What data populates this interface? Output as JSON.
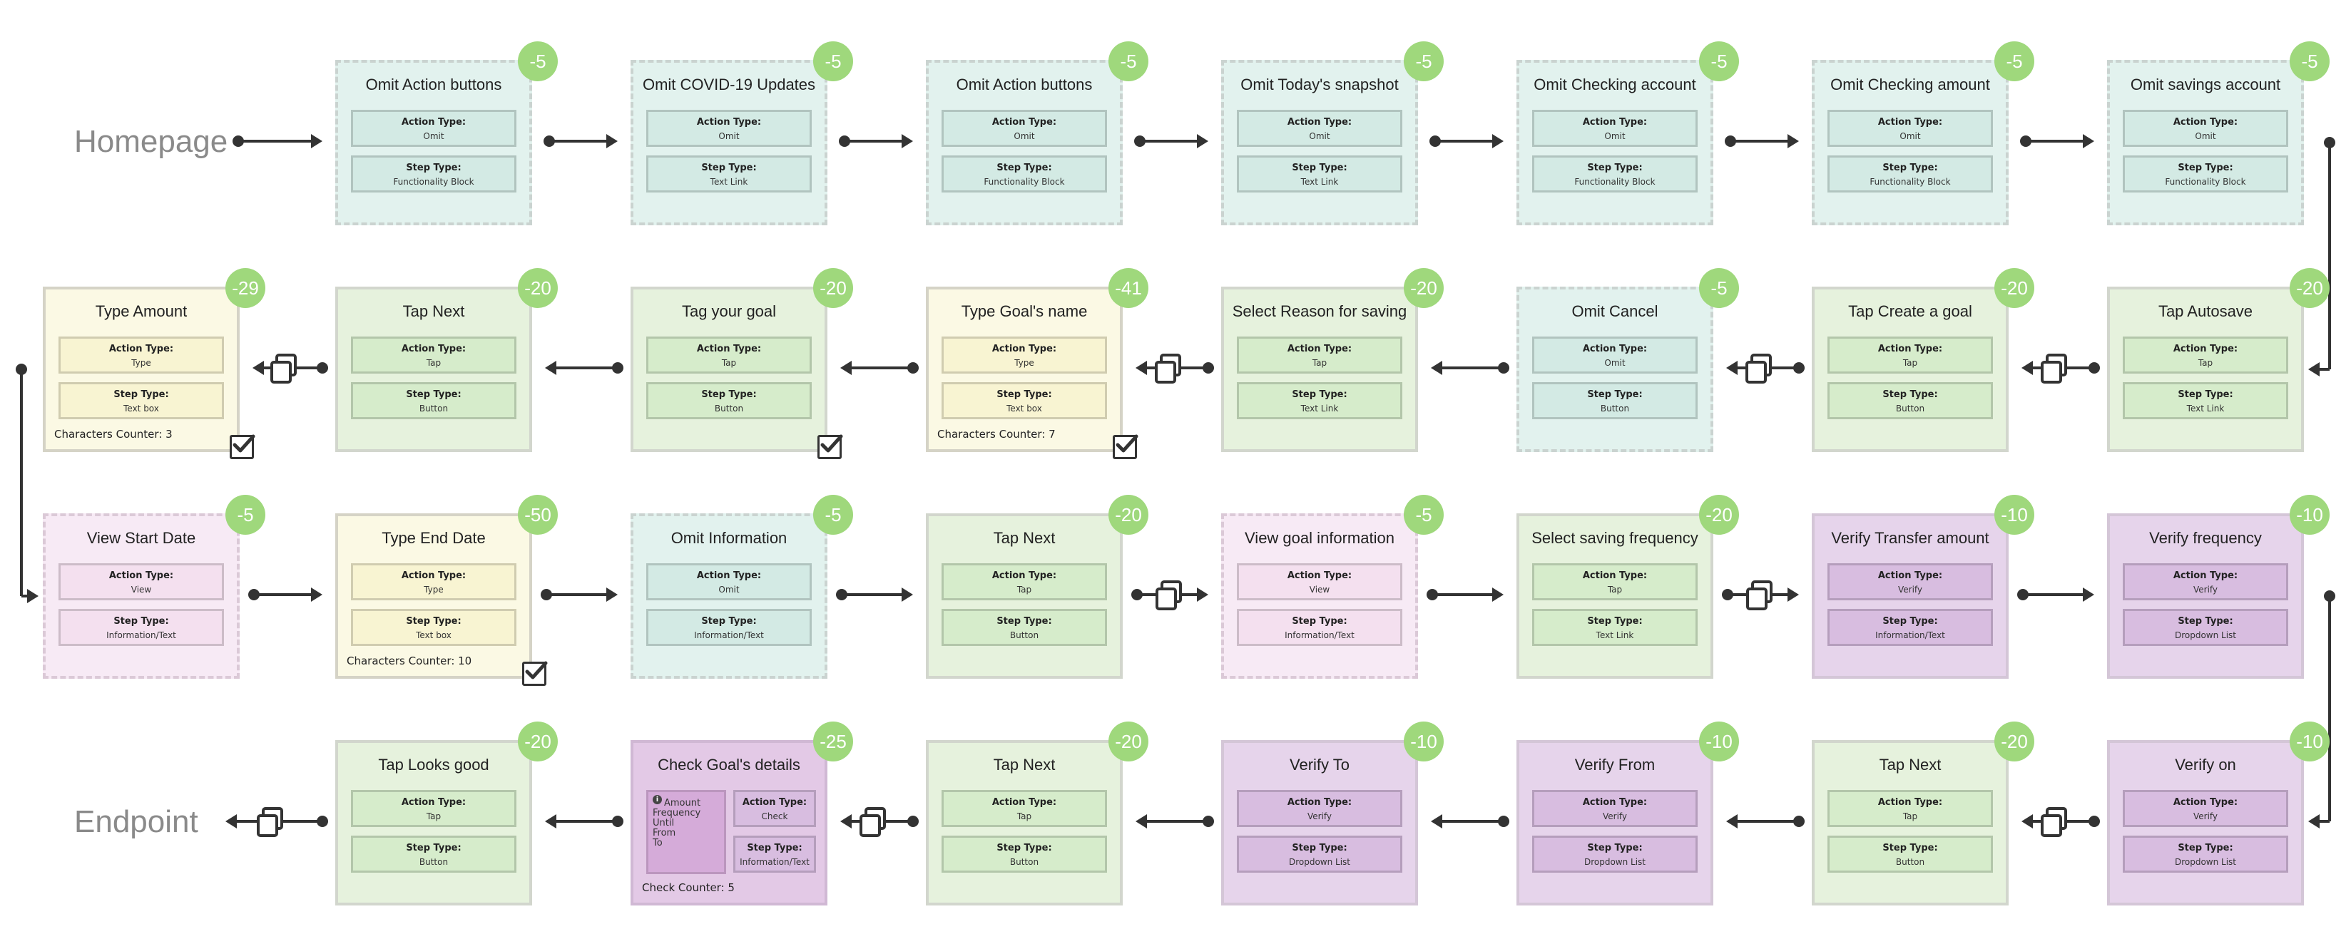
{
  "rows": [
    {
      "label": "Homepage",
      "steps": [
        {
          "title": "Omit Action buttons",
          "score": "-5",
          "action_label": "Action Type:",
          "action": "Omit",
          "step_label": "Step Type:",
          "step": "Functionality Block",
          "style": "omit",
          "dashed": true
        },
        {
          "title": "Omit COVID-19 Updates",
          "score": "-5",
          "action_label": "Action Type:",
          "action": "Omit",
          "step_label": "Step Type:",
          "step": "Text Link",
          "style": "omit",
          "dashed": true
        },
        {
          "title": "Omit Action buttons",
          "score": "-5",
          "action_label": "Action Type:",
          "action": "Omit",
          "step_label": "Step Type:",
          "step": "Functionality Block",
          "style": "omit",
          "dashed": true
        },
        {
          "title": "Omit Today's snapshot",
          "score": "-5",
          "action_label": "Action Type:",
          "action": "Omit",
          "step_label": "Step Type:",
          "step": "Text Link",
          "style": "omit",
          "dashed": true
        },
        {
          "title": "Omit Checking account",
          "score": "-5",
          "action_label": "Action Type:",
          "action": "Omit",
          "step_label": "Step Type:",
          "step": "Functionality Block",
          "style": "omit",
          "dashed": true
        },
        {
          "title": "Omit Checking amount",
          "score": "-5",
          "action_label": "Action Type:",
          "action": "Omit",
          "step_label": "Step Type:",
          "step": "Functionality Block",
          "style": "omit",
          "dashed": true
        },
        {
          "title": "Omit savings account",
          "score": "-5",
          "action_label": "Action Type:",
          "action": "Omit",
          "step_label": "Step Type:",
          "step": "Functionality Block",
          "style": "omit",
          "dashed": true
        }
      ]
    },
    {
      "label": "",
      "steps": [
        {
          "title": "Type Amount",
          "score": "-29",
          "action_label": "Action Type:",
          "action": "Type",
          "step_label": "Step Type:",
          "step": "Text box",
          "style": "type",
          "dashed": false,
          "counter": "Characters Counter: 3",
          "checkbox": true
        },
        {
          "title": "Tap Next",
          "score": "-20",
          "action_label": "Action Type:",
          "action": "Tap",
          "step_label": "Step Type:",
          "step": "Button",
          "style": "tap",
          "dashed": false
        },
        {
          "title": "Tag your goal",
          "score": "-20",
          "action_label": "Action Type:",
          "action": "Tap",
          "step_label": "Step Type:",
          "step": "Button",
          "style": "tap",
          "dashed": false,
          "checkbox": true
        },
        {
          "title": "Type Goal's name",
          "score": "-41",
          "action_label": "Action Type:",
          "action": "Type",
          "step_label": "Step Type:",
          "step": "Text box",
          "style": "type",
          "dashed": false,
          "counter": "Characters Counter: 7",
          "checkbox": true
        },
        {
          "title": "Select Reason for saving",
          "score": "-20",
          "action_label": "Action Type:",
          "action": "Tap",
          "step_label": "Step Type:",
          "step": "Text Link",
          "style": "tap",
          "dashed": false
        },
        {
          "title": "Omit Cancel",
          "score": "-5",
          "action_label": "Action Type:",
          "action": "Omit",
          "step_label": "Step Type:",
          "step": "Button",
          "style": "omit",
          "dashed": true
        },
        {
          "title": "Tap Create a goal",
          "score": "-20",
          "action_label": "Action Type:",
          "action": "Tap",
          "step_label": "Step Type:",
          "step": "Button",
          "style": "tap",
          "dashed": false
        },
        {
          "title": "Tap Autosave",
          "score": "-20",
          "action_label": "Action Type:",
          "action": "Tap",
          "step_label": "Step Type:",
          "step": "Text Link",
          "style": "tap",
          "dashed": false
        }
      ]
    },
    {
      "label": "",
      "steps": [
        {
          "title": "View Start Date",
          "score": "-5",
          "action_label": "Action Type:",
          "action": "View",
          "step_label": "Step Type:",
          "step": "Information/Text",
          "style": "view",
          "dashed": true
        },
        {
          "title": "Type End Date",
          "score": "-50",
          "action_label": "Action Type:",
          "action": "Type",
          "step_label": "Step Type:",
          "step": "Text box",
          "style": "type",
          "dashed": false,
          "counter": "Characters Counter: 10",
          "checkbox": true
        },
        {
          "title": "Omit Information",
          "score": "-5",
          "action_label": "Action Type:",
          "action": "Omit",
          "step_label": "Step Type:",
          "step": "Information/Text",
          "style": "omit",
          "dashed": true
        },
        {
          "title": "Tap Next",
          "score": "-20",
          "action_label": "Action Type:",
          "action": "Tap",
          "step_label": "Step Type:",
          "step": "Button",
          "style": "tap",
          "dashed": false
        },
        {
          "title": "View goal information",
          "score": "-5",
          "action_label": "Action Type:",
          "action": "View",
          "step_label": "Step Type:",
          "step": "Information/Text",
          "style": "view",
          "dashed": true
        },
        {
          "title": "Select saving frequency",
          "score": "-20",
          "action_label": "Action Type:",
          "action": "Tap",
          "step_label": "Step Type:",
          "step": "Text Link",
          "style": "tap",
          "dashed": false
        },
        {
          "title": "Verify Transfer amount",
          "score": "-10",
          "action_label": "Action Type:",
          "action": "Verify",
          "step_label": "Step Type:",
          "step": "Information/Text",
          "style": "verify",
          "dashed": false
        },
        {
          "title": "Verify frequency",
          "score": "-10",
          "action_label": "Action Type:",
          "action": "Verify",
          "step_label": "Step Type:",
          "step": "Dropdown List",
          "style": "verify",
          "dashed": false
        }
      ]
    },
    {
      "label": "Endpoint",
      "steps": [
        {
          "title": "Tap Looks good",
          "score": "-20",
          "action_label": "Action Type:",
          "action": "Tap",
          "step_label": "Step Type:",
          "step": "Button",
          "style": "tap",
          "dashed": false
        },
        {
          "title": "Check Goal's details",
          "score": "-25",
          "action_label": "Action Type:",
          "action": "Check",
          "step_label": "Step Type:",
          "step": "Information/Text",
          "style": "check",
          "dashed": false,
          "counter": "Check Counter: 5",
          "info": [
            "Amount",
            "Frequency",
            "Until",
            "From",
            "To"
          ]
        },
        {
          "title": "Tap Next",
          "score": "-20",
          "action_label": "Action Type:",
          "action": "Tap",
          "step_label": "Step Type:",
          "step": "Button",
          "style": "tap",
          "dashed": false
        },
        {
          "title": "Verify To",
          "score": "-10",
          "action_label": "Action Type:",
          "action": "Verify",
          "step_label": "Step Type:",
          "step": "Dropdown List",
          "style": "verify",
          "dashed": false
        },
        {
          "title": "Verify From",
          "score": "-10",
          "action_label": "Action Type:",
          "action": "Verify",
          "step_label": "Step Type:",
          "step": "Dropdown List",
          "style": "verify",
          "dashed": false
        },
        {
          "title": "Tap Next",
          "score": "-20",
          "action_label": "Action Type:",
          "action": "Tap",
          "step_label": "Step Type:",
          "step": "Button",
          "style": "tap",
          "dashed": false
        },
        {
          "title": "Verify on",
          "score": "-10",
          "action_label": "Action Type:",
          "action": "Verify",
          "step_label": "Step Type:",
          "step": "Dropdown List",
          "style": "verify",
          "dashed": false
        }
      ]
    }
  ],
  "colors": {
    "badge": "#9fd87c",
    "omit": "#e2f2ee",
    "tap": "#e6f2dd",
    "type": "#fbf9e4",
    "view": "#f7eaf5",
    "verify": "#e6d4eb",
    "check": "#e3c9e6",
    "connector": "#333333",
    "label": "#8a8a8a"
  },
  "icons": {
    "screen_transition": "copy-screens-icon",
    "checkbox": "checkbox-checked-icon",
    "info": "info-icon"
  }
}
